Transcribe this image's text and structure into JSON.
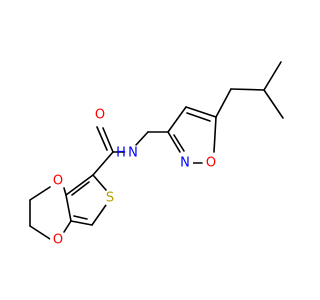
{
  "molecule": {
    "atoms": [
      {
        "id": "o_carbonyl",
        "text": "O",
        "color": "#ff0000"
      },
      {
        "id": "n_amide",
        "text": "N",
        "color": "#0000ff"
      },
      {
        "id": "h_amide",
        "text": "H",
        "color": "#0000ff"
      },
      {
        "id": "n_isoxazole",
        "text": "N",
        "color": "#0000ff"
      },
      {
        "id": "o_isoxazole",
        "text": "O",
        "color": "#ff0000"
      },
      {
        "id": "o_dioxin_top",
        "text": "O",
        "color": "#ff0000"
      },
      {
        "id": "o_dioxin_bottom",
        "text": "O",
        "color": "#ff0000"
      },
      {
        "id": "s_thiophene",
        "text": "S",
        "color": "#b8a000"
      }
    ]
  }
}
